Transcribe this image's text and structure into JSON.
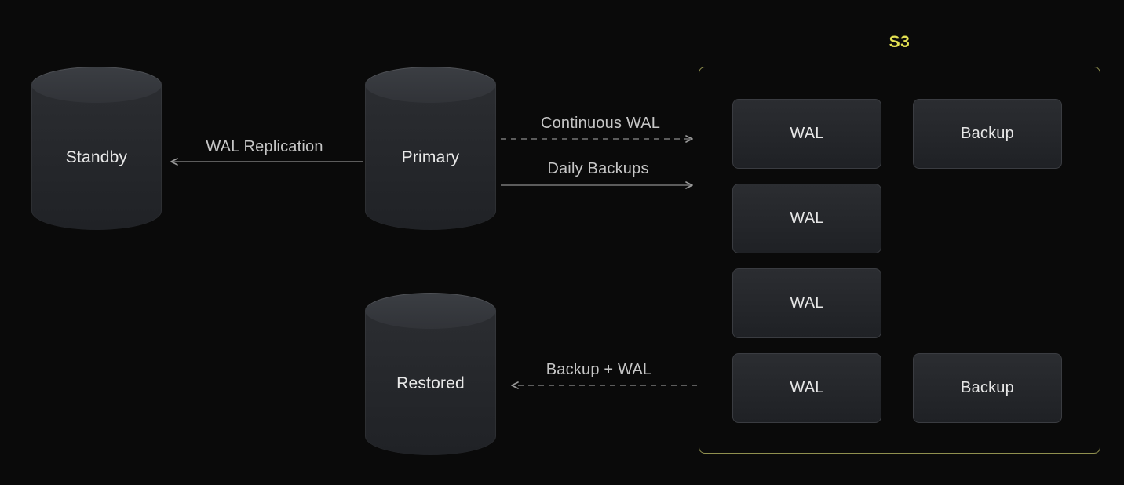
{
  "nodes": {
    "standby": {
      "label": "Standby"
    },
    "primary": {
      "label": "Primary"
    },
    "restored": {
      "label": "Restored"
    }
  },
  "edges": {
    "wal_replication": {
      "label": "WAL Replication",
      "style": "solid",
      "direction": "primary-to-standby"
    },
    "continuous_wal": {
      "label": "Continuous WAL",
      "style": "dashed",
      "direction": "primary-to-s3"
    },
    "daily_backups": {
      "label": "Daily Backups",
      "style": "solid",
      "direction": "primary-to-s3"
    },
    "backup_plus_wal": {
      "label": "Backup + WAL",
      "style": "dashed",
      "direction": "s3-to-restored"
    }
  },
  "s3": {
    "title": "S3",
    "wal_items": [
      "WAL",
      "WAL",
      "WAL",
      "WAL"
    ],
    "backup_items": [
      "Backup",
      "Backup"
    ]
  },
  "colors": {
    "background": "#0a0a0a",
    "accent_yellow": "#e3e052",
    "s3_border": "#90904f",
    "node_fill": "#26282c",
    "item_border": "#3a3c41",
    "text_primary": "#e9e9e9",
    "text_secondary": "#c6c6c6",
    "arrow": "#8a8a8a"
  }
}
